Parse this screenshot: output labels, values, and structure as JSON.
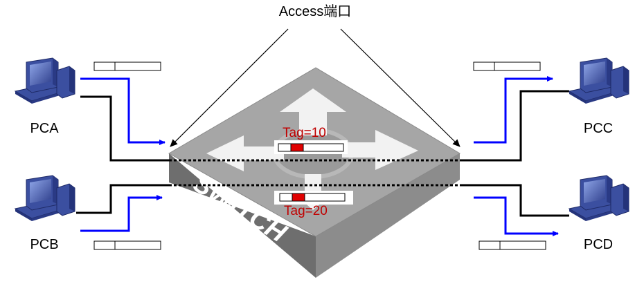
{
  "title": "Access端口",
  "hosts": {
    "pca": "PCA",
    "pcb": "PCB",
    "pcc": "PCC",
    "pcd": "PCD"
  },
  "switch_label": "SWITCH",
  "tags": {
    "upper": "Tag=10",
    "lower": "Tag=20"
  },
  "colors": {
    "link": "#000000",
    "flow_arrow": "#0000ff",
    "tag_text": "#c00000",
    "tag_mark": "#e00000",
    "switch_top": "#a6a6a6",
    "switch_left": "#6e6e6e",
    "switch_right": "#8c8c8c",
    "pc_blue": "#3b4fa0"
  }
}
